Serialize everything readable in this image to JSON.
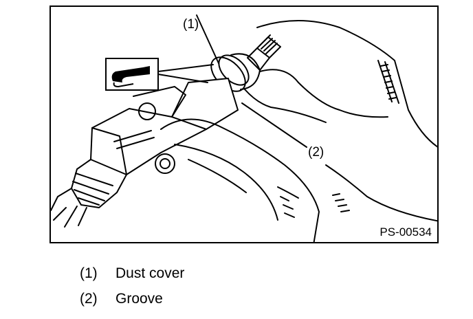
{
  "figure": {
    "id": "PS-00534",
    "callouts": [
      "(1)",
      "(2)"
    ],
    "icon": "grease-icon"
  },
  "legend": [
    {
      "num": "(1)",
      "text": "Dust cover"
    },
    {
      "num": "(2)",
      "text": "Groove"
    }
  ]
}
